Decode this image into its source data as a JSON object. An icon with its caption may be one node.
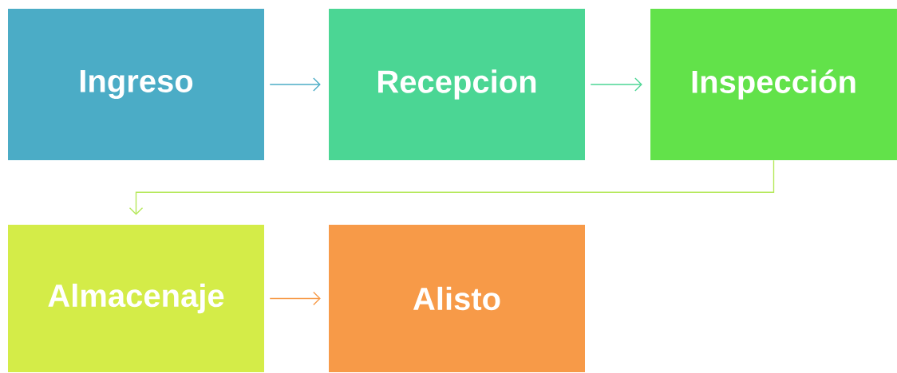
{
  "diagram": {
    "nodes": [
      {
        "text": [
          "Ingreso"
        ]
      },
      {
        "text": [
          "Recepcion"
        ]
      },
      {
        "text": [
          "Inspección"
        ]
      },
      {
        "text": [
          "Almacenaje"
        ]
      },
      {
        "text": [
          "Alisto"
        ]
      }
    ],
    "edges": [
      {
        "from": 0,
        "to": 1,
        "arrow": "to",
        "color": "#4bacc6"
      },
      {
        "from": 1,
        "to": 2,
        "arrow": "to",
        "color": "#4bd694"
      },
      {
        "from": 2,
        "to": 3,
        "arrow": "to",
        "color": "#b5e85a"
      },
      {
        "from": 3,
        "to": 4,
        "arrow": "to",
        "color": "#f79a48"
      }
    ]
  }
}
